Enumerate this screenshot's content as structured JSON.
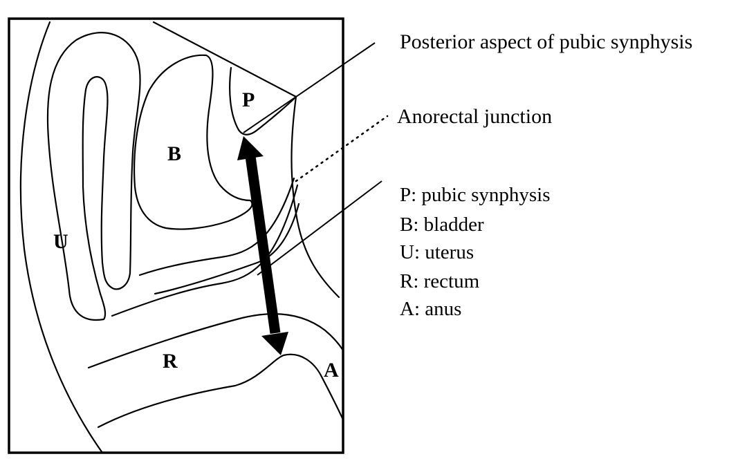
{
  "organs": {
    "pubic_symphysis": "P",
    "bladder": "B",
    "uterus": "U",
    "rectum": "R",
    "anus": "A"
  },
  "callouts": {
    "posterior_pubic": "Posterior aspect of pubic synphysis",
    "anorectal_junction": "Anorectal junction"
  },
  "legend": {
    "items": [
      "P: pubic synphysis",
      "B: bladder",
      "U: uterus",
      "R: rectum",
      "A: anus"
    ]
  }
}
